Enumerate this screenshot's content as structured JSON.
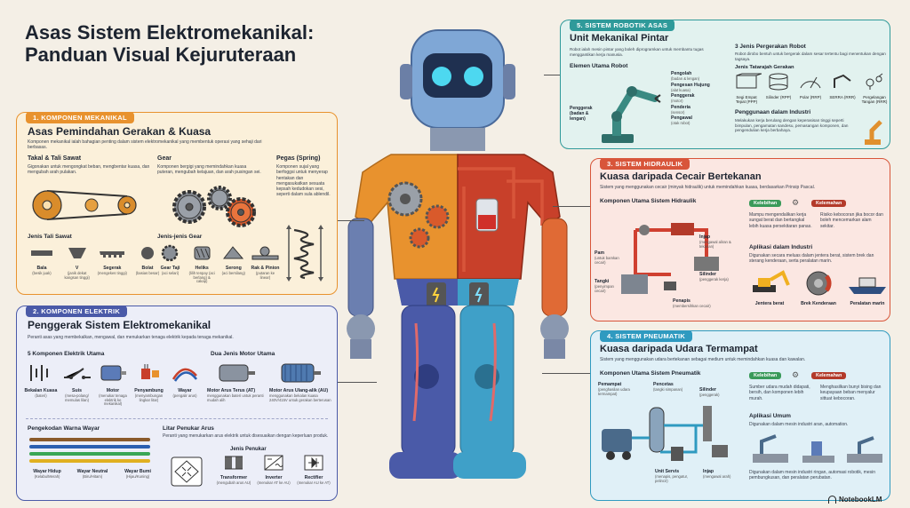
{
  "title": {
    "line1": "Asas Sistem Elektromekanikal:",
    "line2": "Panduan Visual Kejuruteraan"
  },
  "brand": "NotebookLM",
  "colors": {
    "mechanical": "#e8922e",
    "electrical": "#4a5aa8",
    "robotics": "#2f9a9a",
    "hydraulic": "#d8553a",
    "pneumatic": "#2f9ac0"
  },
  "mechanical": {
    "tag": "1. KOMPONEN MEKANIKAL",
    "heading": "Asas Pemindahan Gerakan & Kuasa",
    "intro": "Komponen mekanikal ialah bahagian penting dalam sistem elektromekanikal yang membentuk operasi yang sehaji dari berbasas.",
    "belt": {
      "title": "Takal & Tali Sawat",
      "desc": "Gigonakan untuk mengongkat beban, mengbentar kuasa, dan mengubah arah pulakan."
    },
    "gear": {
      "title": "Gear",
      "desc": "Komponen bergigi yang memindahkan kuasa puteran, mengubah kelajuan, dan arah pusingan sei."
    },
    "spring": {
      "title": "Pegas (Spring)",
      "desc": "Komponen sujal yang berfoggsi untuk menyerap hentakan dan mengasukatkan sesuata kepsah kedudokan sesi, seperti dalam sula ablendil."
    },
    "belt_types_title": "Jenis Tali Sawat",
    "belt_types": [
      {
        "name": "Bala",
        "note": "(besik juak)"
      },
      {
        "name": "V",
        "note": "(janik dekat kangsan tinggi)"
      },
      {
        "name": "Segerak",
        "note": "(mengekes tinggi)"
      },
      {
        "name": "Bolat",
        "note": "(basias besar)"
      }
    ],
    "gear_types_title": "Jenis-jenis Gear",
    "gear_types": [
      {
        "name": "Gear Taji",
        "note": "(aci selari)"
      },
      {
        "name": "Heliks",
        "note": "(lilih tenpay (aci berlang) & cakap)"
      },
      {
        "name": "Serong",
        "note": "(aci bersilang)"
      },
      {
        "name": "Rak & Pinion",
        "note": "(putaran ke linear)"
      }
    ]
  },
  "electrical": {
    "tag": "2. KOMPONEN ELEKTRIK",
    "heading": "Penggerak Sistem Elektromekanikal",
    "intro": "Peranti asas yang membekalkan, mengawal, dan menukarkan tenaga elektrik kepada tenaga mekanikal.",
    "components_title": "5 Komponen Elektrik Utama",
    "components": [
      {
        "name": "Bekalan Kuasa",
        "note": "(bateri)"
      },
      {
        "name": "Suis",
        "note": "(mesa-polang/ memulas lilan)"
      },
      {
        "name": "Motor",
        "note": "(menukar tenaga elektrik ke mekanikal)"
      },
      {
        "name": "Penyambung",
        "note": "(menyambungan lingkar litar)"
      },
      {
        "name": "Wayar",
        "note": "(pengalir arus)"
      }
    ],
    "motors_title": "Dua Jenis Motor Utama",
    "motors": [
      {
        "name": "Motor Arus Terus (AT)",
        "note": "menggunakan bateri untuk peranti mudah alih"
      },
      {
        "name": "Motor Arus Ulang-alik (AU)",
        "note": "menggunakan bekalan kuasa 240V/415V untuk gerakan berterusan"
      }
    ],
    "wire_title": "Pengekodan Warna Wayar",
    "wires": [
      {
        "name": "Wayar Hidup",
        "note": "(Kelabu/Merah)",
        "color": "#8a5a2b"
      },
      {
        "name": "Wayar Neutral",
        "note": "(Biru/Hitam)",
        "color": "#2b5fb0"
      },
      {
        "name": "Wayar Bumi",
        "note": "(Hijau/Kuning)",
        "color": "#3aa655"
      }
    ],
    "converter_title": "Litar Penukar Arus",
    "converter_desc": "Peranti yang menukarkan arus elektrik untuk disesuaikan dengan keperluan produk.",
    "converter_types_title": "Jenis Penukar",
    "converters": [
      {
        "name": "Transformer",
        "note": "(mengubah arus AU)"
      },
      {
        "name": "Inverter",
        "note": "(menukar AT ke AU)"
      },
      {
        "name": "Rectifier",
        "note": "(menukar AU ke AT)"
      }
    ]
  },
  "robotics": {
    "tag": "5. SISTEM ROBOTIK ASAS",
    "heading": "Unit Mekanikal Pintar",
    "intro": "Robot ialah mesin pintar yang boleh diprogramkan untuk membantu tugas menggantikan kerja manusia.",
    "elements_title": "Elemen Utama Robot",
    "elements": [
      {
        "name": "Pengolah",
        "note": "(badan & lengan)"
      },
      {
        "name": "Pengesan Hujung",
        "note": "(alat kuasa)"
      },
      {
        "name": "Penggerak",
        "note": "(motor)"
      },
      {
        "name": "Penderia",
        "note": "(sensor)"
      },
      {
        "name": "Pengawal",
        "note": "(otak robot)"
      }
    ],
    "left_label": "Penggerak (badan & lengan)",
    "movement_title": "3 Jenis Pergerakan Robot",
    "movement_desc": "Robot dirobo bentuh untuk bergerak dalam sesar tertentu bagi menentukan dengan tagsaya.",
    "joints_title": "Jenis Tatarajah Gerakan",
    "joints": [
      {
        "name": "Segi Empat Tepat (PPP)"
      },
      {
        "name": "Silinder (RPP)"
      },
      {
        "name": "Polar (RRP)"
      },
      {
        "name": "SERRA (RRR)"
      },
      {
        "name": "Pergelangan Tangan (RRR)"
      }
    ],
    "industry_title": "Penggunaan dalam Industri",
    "industry_desc": "Melakukan kerja berulang dengan keperasisan tinggi seperti bimpulan, pengamatan sandesu, pemasangan komponen, dan pengendulian kerja berbahaya."
  },
  "hydraulic": {
    "tag": "3. SISTEM HIDRAULIK",
    "heading": "Kuasa daripada Cecair Bertekanan",
    "intro": "Sistem yang menggunakan cecair (minyak hidraulik) untuk memindahkan kuasa, berdasarkan Prinsip Pascal.",
    "components_title": "Komponen Utama Sistem Hidraulik",
    "labels": [
      {
        "name": "Pam",
        "note": "(untuk bamkan cecair)"
      },
      {
        "name": "Injap",
        "note": "(mengawal aliran & tekanan)"
      },
      {
        "name": "Silinder",
        "note": "(penggerak kerja)"
      },
      {
        "name": "Tangki",
        "note": "(penyimpan cecair)"
      },
      {
        "name": "Penapis",
        "note": "(membersihkan cecair)"
      }
    ],
    "pros_label": "Kelebihan",
    "cons_label": "Kelemahan",
    "pros": "Mampu mengendalikan kerja sungat berat dan bertangkal lebih kuasa persekitaran panas.",
    "cons": "Risiko kebocoran jika bocor dan boleh mencemarkan alam sekitar.",
    "apps_title": "Aplikasi dalam Industri",
    "apps_desc": "Digunakan secara meluas dalam jentera berat, sistem brek dan sterang kenderaan, serta peralatan marin.",
    "apps": [
      {
        "name": "Jentera berat"
      },
      {
        "name": "Brek Kenderaan"
      },
      {
        "name": "Peralatan marin"
      }
    ]
  },
  "pneumatic": {
    "tag": "4. SISTEM PNEUMATIK",
    "heading": "Kuasa daripada Udara Termampat",
    "intro": "Sistem yang menggunakan udara bertekanan sebagai medium untuk memindahkan kuasa dan kawalan.",
    "components_title": "Komponen Utama Sistem Pneumatik",
    "labels": [
      {
        "name": "Pemampat",
        "note": "(penghasilan udara termampat)"
      },
      {
        "name": "Pencetas",
        "note": "(tangki simpanan)"
      },
      {
        "name": "Silinder",
        "note": "(penggerak)"
      },
      {
        "name": "Unit Servis",
        "note": "(menapis, pengatur, pelincir)"
      },
      {
        "name": "Injap",
        "note": "(mengawal arah)"
      }
    ],
    "pros_label": "Kelebihan",
    "cons_label": "Kelemahan",
    "pros": "Sumber udara mudah didapati, bersih, dan komponen lebih murah.",
    "cons": "Menghasilkan bunyi bising dan keupayaan beban menyalur sittuat kebocoran.",
    "apps_title": "Aplikasi Umum",
    "apps_desc": "Digunakan dalam mesin industri aran, automation.",
    "apps_footer": "Digunakan dalam mesin industri ringan, automasi robotik, mesin pembungkusan, dan peralatan perubatan."
  }
}
